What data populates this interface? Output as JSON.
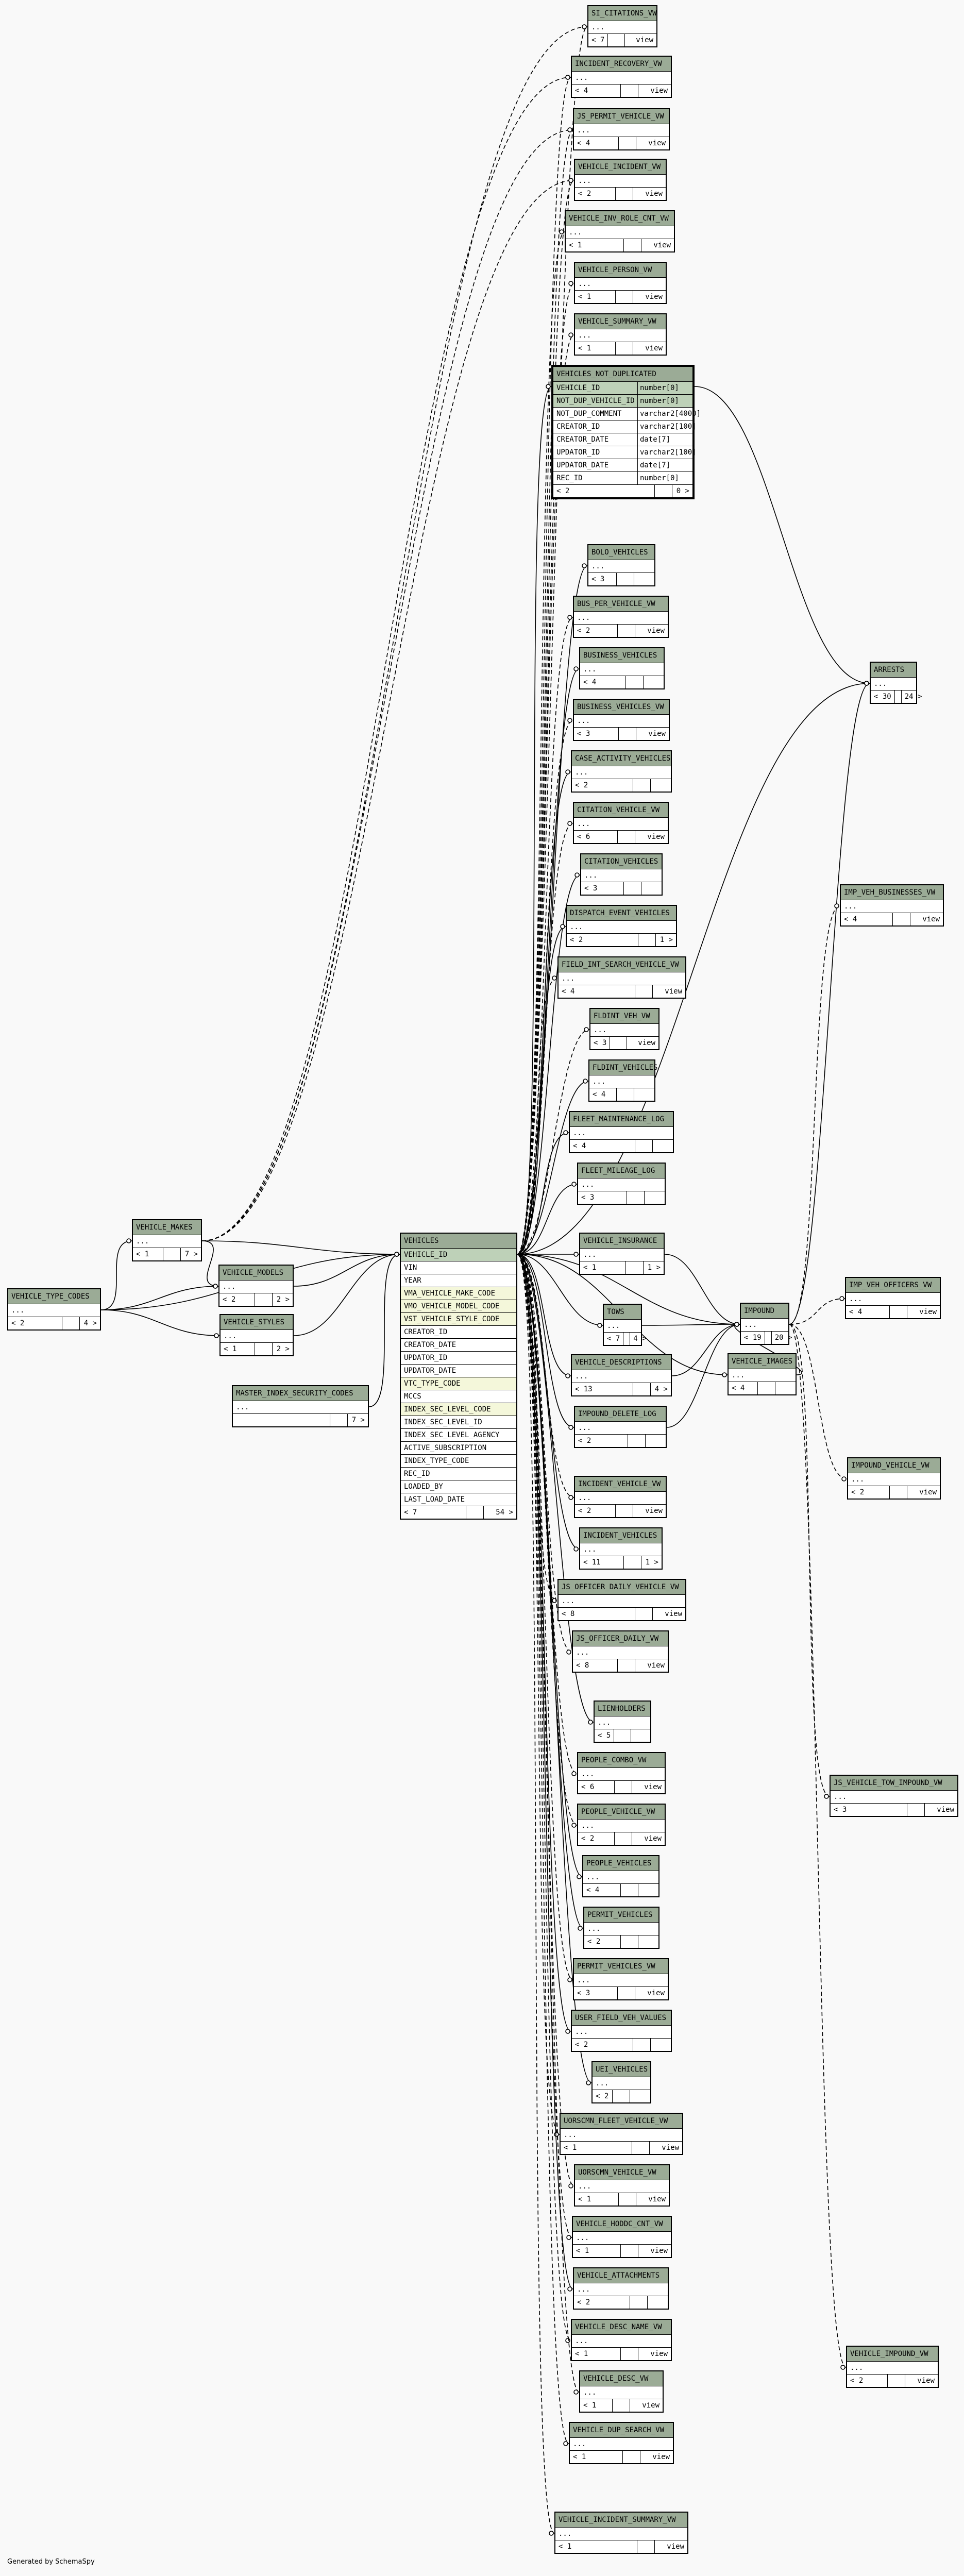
{
  "footer": "Generated by SchemaSpy",
  "tables": [
    {
      "id": "si_citations_vw",
      "name": "SI_CITATIONS_VW",
      "rows": [
        "..."
      ],
      "foot": [
        "< 7",
        "",
        "view"
      ]
    },
    {
      "id": "incident_recovery_vw",
      "name": "INCIDENT_RECOVERY_VW",
      "rows": [
        "..."
      ],
      "foot": [
        "< 4",
        "",
        "view"
      ]
    },
    {
      "id": "js_permit_vehicle_vw",
      "name": "JS_PERMIT_VEHICLE_VW",
      "rows": [
        "..."
      ],
      "foot": [
        "< 4",
        "",
        "view"
      ]
    },
    {
      "id": "vehicle_incident_vw",
      "name": "VEHICLE_INCIDENT_VW",
      "rows": [
        "..."
      ],
      "foot": [
        "< 2",
        "",
        "view"
      ]
    },
    {
      "id": "vehicle_inv_role_cnt_vw",
      "name": "VEHICLE_INV_ROLE_CNT_VW",
      "rows": [
        "..."
      ],
      "foot": [
        "< 1",
        "",
        "view"
      ]
    },
    {
      "id": "vehicle_person_vw",
      "name": "VEHICLE_PERSON_VW",
      "rows": [
        "..."
      ],
      "foot": [
        "< 1",
        "",
        "view"
      ]
    },
    {
      "id": "vehicle_summary_vw",
      "name": "VEHICLE_SUMMARY_VW",
      "rows": [
        "..."
      ],
      "foot": [
        "< 1",
        "",
        "view"
      ]
    },
    {
      "id": "vehicles_not_duplicated",
      "name": "VEHICLES_NOT_DUPLICATED",
      "focus": true,
      "rows": [
        {
          "n": "VEHICLE_ID",
          "t": "number[0]",
          "k": "pk"
        },
        {
          "n": "NOT_DUP_VEHICLE_ID",
          "t": "number[0]",
          "k": "pk"
        },
        {
          "n": "NOT_DUP_COMMENT",
          "t": "varchar2[4000]"
        },
        {
          "n": "CREATOR_ID",
          "t": "varchar2[100]"
        },
        {
          "n": "CREATOR_DATE",
          "t": "date[7]"
        },
        {
          "n": "UPDATOR_ID",
          "t": "varchar2[100]"
        },
        {
          "n": "UPDATOR_DATE",
          "t": "date[7]"
        },
        {
          "n": "REC_ID",
          "t": "number[0]"
        }
      ],
      "foot": [
        "< 2",
        "",
        "0 >"
      ]
    },
    {
      "id": "bolo_vehicles",
      "name": "BOLO_VEHICLES",
      "rows": [
        "..."
      ],
      "foot": [
        "< 3",
        "",
        ""
      ]
    },
    {
      "id": "bus_per_vehicle_vw",
      "name": "BUS_PER_VEHICLE_VW",
      "rows": [
        "..."
      ],
      "foot": [
        "< 2",
        "",
        "view"
      ]
    },
    {
      "id": "business_vehicles",
      "name": "BUSINESS_VEHICLES",
      "rows": [
        "..."
      ],
      "foot": [
        "< 4",
        "",
        ""
      ]
    },
    {
      "id": "business_vehicles_vw",
      "name": "BUSINESS_VEHICLES_VW",
      "rows": [
        "..."
      ],
      "foot": [
        "< 3",
        "",
        "view"
      ]
    },
    {
      "id": "case_activity_vehicles",
      "name": "CASE_ACTIVITY_VEHICLES",
      "rows": [
        "..."
      ],
      "foot": [
        "< 2",
        "",
        ""
      ]
    },
    {
      "id": "citation_vehicle_vw",
      "name": "CITATION_VEHICLE_VW",
      "rows": [
        "..."
      ],
      "foot": [
        "< 6",
        "",
        "view"
      ]
    },
    {
      "id": "citation_vehicles",
      "name": "CITATION_VEHICLES",
      "rows": [
        "..."
      ],
      "foot": [
        "< 3",
        "",
        ""
      ]
    },
    {
      "id": "dispatch_event_vehicles",
      "name": "DISPATCH_EVENT_VEHICLES",
      "rows": [
        "..."
      ],
      "foot": [
        "< 2",
        "",
        "1 >"
      ]
    },
    {
      "id": "field_int_search_vehicle_vw",
      "name": "FIELD_INT_SEARCH_VEHICLE_VW",
      "rows": [
        "..."
      ],
      "foot": [
        "< 4",
        "",
        "view"
      ]
    },
    {
      "id": "fldint_veh_vw",
      "name": "FLDINT_VEH_VW",
      "rows": [
        "..."
      ],
      "foot": [
        "< 3",
        "",
        "view"
      ]
    },
    {
      "id": "fldint_vehicles",
      "name": "FLDINT_VEHICLES",
      "rows": [
        "..."
      ],
      "foot": [
        "< 4",
        "",
        ""
      ]
    },
    {
      "id": "fleet_maintenance_log",
      "name": "FLEET_MAINTENANCE_LOG",
      "rows": [
        "..."
      ],
      "foot": [
        "< 4",
        "",
        ""
      ]
    },
    {
      "id": "fleet_mileage_log",
      "name": "FLEET_MILEAGE_LOG",
      "rows": [
        "..."
      ],
      "foot": [
        "< 3",
        "",
        ""
      ]
    },
    {
      "id": "vehicle_insurance",
      "name": "VEHICLE_INSURANCE",
      "rows": [
        "..."
      ],
      "foot": [
        "< 1",
        "",
        "1 >"
      ]
    },
    {
      "id": "tows",
      "name": "TOWS",
      "rows": [
        "..."
      ],
      "foot": [
        "< 7",
        "",
        "4 >"
      ]
    },
    {
      "id": "vehicle_descriptions",
      "name": "VEHICLE_DESCRIPTIONS",
      "rows": [
        "..."
      ],
      "foot": [
        "< 13",
        "",
        "4 >"
      ]
    },
    {
      "id": "impound_delete_log",
      "name": "IMPOUND_DELETE_LOG",
      "rows": [
        "..."
      ],
      "foot": [
        "< 2",
        "",
        ""
      ]
    },
    {
      "id": "incident_vehicle_vw",
      "name": "INCIDENT_VEHICLE_VW",
      "rows": [
        "..."
      ],
      "foot": [
        "< 2",
        "",
        "view"
      ]
    },
    {
      "id": "incident_vehicles",
      "name": "INCIDENT_VEHICLES",
      "rows": [
        "..."
      ],
      "foot": [
        "< 11",
        "",
        "1 >"
      ]
    },
    {
      "id": "js_officer_daily_vehicle_vw",
      "name": "JS_OFFICER_DAILY_VEHICLE_VW",
      "rows": [
        "..."
      ],
      "foot": [
        "< 8",
        "",
        "view"
      ]
    },
    {
      "id": "js_officer_daily_vw",
      "name": "JS_OFFICER_DAILY_VW",
      "rows": [
        "..."
      ],
      "foot": [
        "< 8",
        "",
        "view"
      ]
    },
    {
      "id": "lienholders",
      "name": "LIENHOLDERS",
      "rows": [
        "..."
      ],
      "foot": [
        "< 5",
        "",
        ""
      ]
    },
    {
      "id": "people_combo_vw",
      "name": "PEOPLE_COMBO_VW",
      "rows": [
        "..."
      ],
      "foot": [
        "< 6",
        "",
        "view"
      ]
    },
    {
      "id": "people_vehicle_vw",
      "name": "PEOPLE_VEHICLE_VW",
      "rows": [
        "..."
      ],
      "foot": [
        "< 2",
        "",
        "view"
      ]
    },
    {
      "id": "people_vehicles",
      "name": "PEOPLE_VEHICLES",
      "rows": [
        "..."
      ],
      "foot": [
        "< 4",
        "",
        ""
      ]
    },
    {
      "id": "permit_vehicles",
      "name": "PERMIT_VEHICLES",
      "rows": [
        "..."
      ],
      "foot": [
        "< 2",
        "",
        ""
      ]
    },
    {
      "id": "permit_vehicles_vw",
      "name": "PERMIT_VEHICLES_VW",
      "rows": [
        "..."
      ],
      "foot": [
        "< 3",
        "",
        "view"
      ]
    },
    {
      "id": "user_field_veh_values",
      "name": "USER_FIELD_VEH_VALUES",
      "rows": [
        "..."
      ],
      "foot": [
        "< 2",
        "",
        ""
      ]
    },
    {
      "id": "uei_vehicles",
      "name": "UEI_VEHICLES",
      "rows": [
        "..."
      ],
      "foot": [
        "< 2",
        "",
        ""
      ]
    },
    {
      "id": "uorscmn_fleet_vehicle_vw",
      "name": "UORSCMN_FLEET_VEHICLE_VW",
      "rows": [
        "..."
      ],
      "foot": [
        "< 1",
        "",
        "view"
      ]
    },
    {
      "id": "uorscmn_vehicle_vw",
      "name": "UORSCMN_VEHICLE_VW",
      "rows": [
        "..."
      ],
      "foot": [
        "< 1",
        "",
        "view"
      ]
    },
    {
      "id": "vehicle_hoddc_cnt_vw",
      "name": "VEHICLE_HODDC_CNT_VW",
      "rows": [
        "..."
      ],
      "foot": [
        "< 1",
        "",
        "view"
      ]
    },
    {
      "id": "vehicle_attachments",
      "name": "VEHICLE_ATTACHMENTS",
      "rows": [
        "..."
      ],
      "foot": [
        "< 2",
        "",
        ""
      ]
    },
    {
      "id": "vehicle_desc_name_vw",
      "name": "VEHICLE_DESC_NAME_VW",
      "rows": [
        "..."
      ],
      "foot": [
        "< 1",
        "",
        "view"
      ]
    },
    {
      "id": "vehicle_desc_vw",
      "name": "VEHICLE_DESC_VW",
      "rows": [
        "..."
      ],
      "foot": [
        "< 1",
        "",
        "view"
      ]
    },
    {
      "id": "vehicle_dup_search_vw",
      "name": "VEHICLE_DUP_SEARCH_VW",
      "rows": [
        "..."
      ],
      "foot": [
        "< 1",
        "",
        "view"
      ]
    },
    {
      "id": "vehicle_incident_summary_vw",
      "name": "VEHICLE_INCIDENT_SUMMARY_VW",
      "rows": [
        "..."
      ],
      "foot": [
        "< 1",
        "",
        "view"
      ]
    },
    {
      "id": "vehicle_makes",
      "name": "VEHICLE_MAKES",
      "rows": [
        "..."
      ],
      "foot": [
        "< 1",
        "",
        "7 >"
      ]
    },
    {
      "id": "vehicle_type_codes",
      "name": "VEHICLE_TYPE_CODES",
      "rows": [
        "..."
      ],
      "foot": [
        "< 2",
        "",
        "4 >"
      ]
    },
    {
      "id": "vehicle_models",
      "name": "VEHICLE_MODELS",
      "rows": [
        "..."
      ],
      "foot": [
        "< 2",
        "",
        "2 >"
      ]
    },
    {
      "id": "vehicle_styles",
      "name": "VEHICLE_STYLES",
      "rows": [
        "..."
      ],
      "foot": [
        "< 1",
        "",
        "2 >"
      ]
    },
    {
      "id": "master_index_security_codes",
      "name": "MASTER_INDEX_SECURITY_CODES",
      "rows": [
        "..."
      ],
      "foot": [
        "",
        "",
        "7 >"
      ]
    },
    {
      "id": "vehicles",
      "name": "VEHICLES",
      "rows": [
        {
          "n": "VEHICLE_ID",
          "k": "pk"
        },
        {
          "n": "VIN"
        },
        {
          "n": "YEAR"
        },
        {
          "n": "VMA_VEHICLE_MAKE_CODE",
          "k": "fk"
        },
        {
          "n": "VMO_VEHICLE_MODEL_CODE",
          "k": "fk"
        },
        {
          "n": "VST_VEHICLE_STYLE_CODE",
          "k": "fk"
        },
        {
          "n": "CREATOR_ID"
        },
        {
          "n": "CREATOR_DATE"
        },
        {
          "n": "UPDATOR_ID"
        },
        {
          "n": "UPDATOR_DATE"
        },
        {
          "n": "VTC_TYPE_CODE",
          "k": "fk"
        },
        {
          "n": "MCCS"
        },
        {
          "n": "INDEX_SEC_LEVEL_CODE",
          "k": "fk"
        },
        {
          "n": "INDEX_SEC_LEVEL_ID"
        },
        {
          "n": "INDEX_SEC_LEVEL_AGENCY"
        },
        {
          "n": "ACTIVE_SUBSCRIPTION"
        },
        {
          "n": "INDEX_TYPE_CODE"
        },
        {
          "n": "REC_ID"
        },
        {
          "n": "LOADED_BY"
        },
        {
          "n": "LAST_LOAD_DATE"
        }
      ],
      "foot": [
        "< 7",
        "",
        "54 >"
      ]
    },
    {
      "id": "arrests",
      "name": "ARRESTS",
      "rows": [
        "..."
      ],
      "foot": [
        "< 30",
        "",
        "24 >"
      ]
    },
    {
      "id": "imp_veh_businesses_vw",
      "name": "IMP_VEH_BUSINESSES_VW",
      "rows": [
        "..."
      ],
      "foot": [
        "< 4",
        "",
        "view"
      ]
    },
    {
      "id": "imp_veh_officers_vw",
      "name": "IMP_VEH_OFFICERS_VW",
      "rows": [
        "..."
      ],
      "foot": [
        "< 4",
        "",
        "view"
      ]
    },
    {
      "id": "impound",
      "name": "IMPOUND",
      "rows": [
        "..."
      ],
      "foot": [
        "< 19",
        "",
        "20 >"
      ]
    },
    {
      "id": "vehicle_images",
      "name": "VEHICLE_IMAGES",
      "rows": [
        "..."
      ],
      "foot": [
        "< 4",
        "",
        ""
      ]
    },
    {
      "id": "impound_vehicle_vw",
      "name": "IMPOUND_VEHICLE_VW",
      "rows": [
        "..."
      ],
      "foot": [
        "< 2",
        "",
        "view"
      ]
    },
    {
      "id": "js_vehicle_tow_impound_vw",
      "name": "JS_VEHICLE_TOW_IMPOUND_VW",
      "rows": [
        "..."
      ],
      "foot": [
        "< 3",
        "",
        "view"
      ]
    },
    {
      "id": "vehicle_impound_vw",
      "name": "VEHICLE_IMPOUND_VW",
      "rows": [
        "..."
      ],
      "foot": [
        "< 2",
        "",
        "view"
      ]
    }
  ]
}
